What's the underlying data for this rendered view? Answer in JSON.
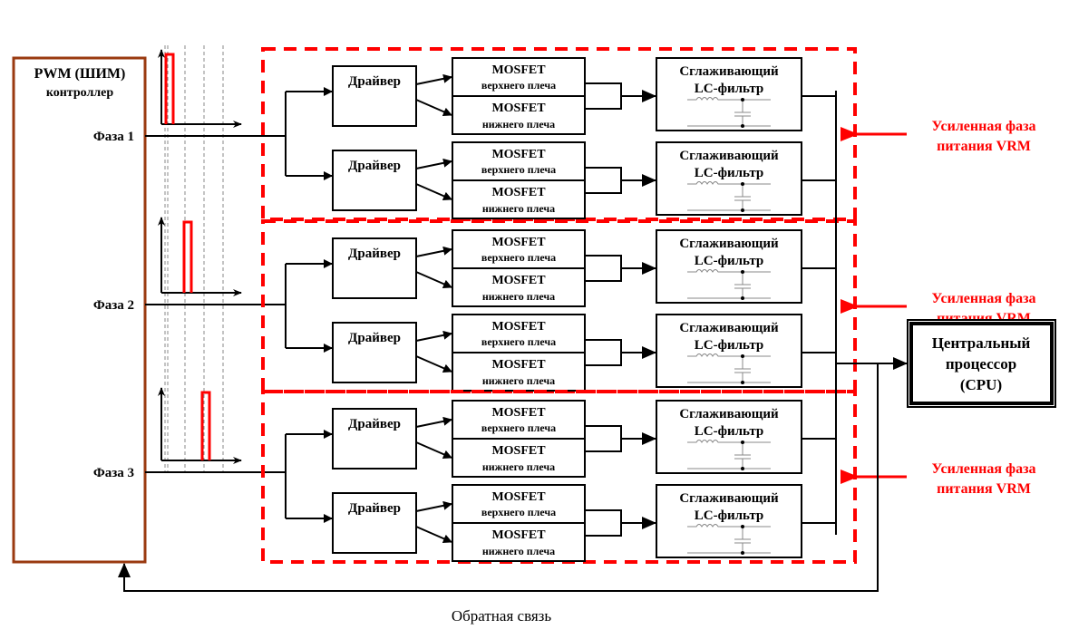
{
  "controller": {
    "title_line1": "PWM (ШИМ)",
    "title_line2": "контроллер",
    "border_color": "#9a3a10"
  },
  "phases": [
    {
      "label": "Фаза 1",
      "pulse_slot": 1
    },
    {
      "label": "Фаза 2",
      "pulse_slot": 2
    },
    {
      "label": "Фаза 3",
      "pulse_slot": 3
    }
  ],
  "stage": {
    "driver_label": "Драйвер",
    "mosfet_high_line1": "MOSFET",
    "mosfet_high_line2": "верхнего плеча",
    "mosfet_low_line1": "MOSFET",
    "mosfet_low_line2": "нижнего плеча",
    "filter_line1": "Сглаживающий",
    "filter_line2": "LC-фильтр"
  },
  "vrm_groups": [
    {
      "label_line1": "Усиленная фаза",
      "label_line2": "питания VRM"
    },
    {
      "label_line1": "Усиленная фаза",
      "label_line2": "питания VRM"
    },
    {
      "label_line1": "Усиленная фаза",
      "label_line2": "питания VRM"
    }
  ],
  "cpu": {
    "line1": "Центральный",
    "line2": "процессор",
    "line3": "(CPU)"
  },
  "feedback_label": "Обратная связь",
  "colors": {
    "accent_red": "#ff0000",
    "line": "#000000",
    "controller_border": "#9a3a10"
  }
}
